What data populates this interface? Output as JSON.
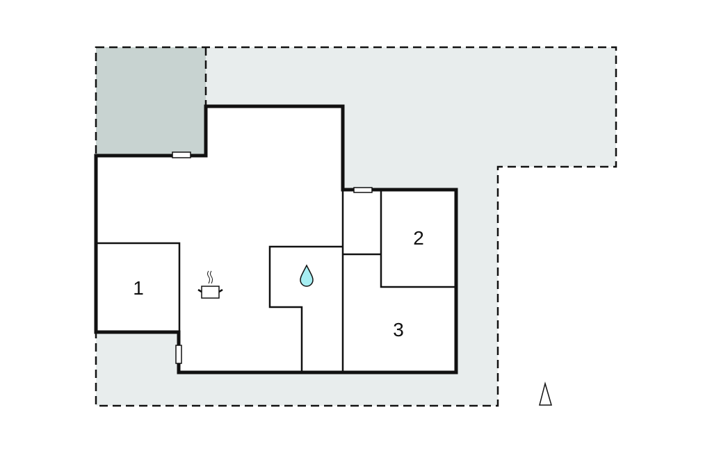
{
  "diagram": {
    "type": "floor-plan",
    "colors": {
      "background": "#ffffff",
      "outdoor_area": "#e8eded",
      "terrace": "#c8d3d1",
      "wall": "#111111",
      "water_drop": "#a6eef2"
    },
    "rooms": [
      {
        "id": "1",
        "label": "1"
      },
      {
        "id": "2",
        "label": "2"
      },
      {
        "id": "3",
        "label": "3"
      }
    ],
    "icons": [
      {
        "name": "cooking-pot-icon",
        "meaning": "kitchen"
      },
      {
        "name": "water-drop-icon",
        "meaning": "bathroom"
      },
      {
        "name": "north-arrow-icon",
        "meaning": "north"
      }
    ],
    "windows_count": 3
  }
}
